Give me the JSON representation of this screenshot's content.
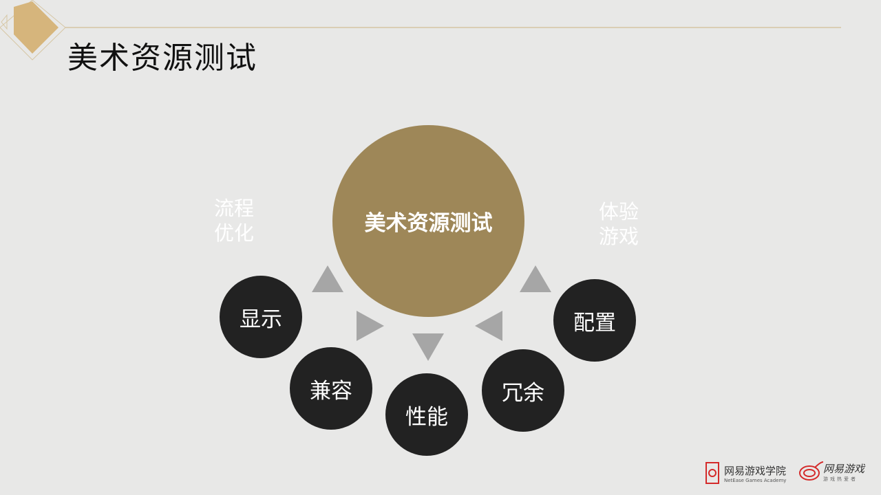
{
  "title": "美术资源测试",
  "center": {
    "label": "美术资源测试",
    "color": "#9e8758"
  },
  "nodes": [
    {
      "label": "显示"
    },
    {
      "label": "兼容"
    },
    {
      "label": "性能"
    },
    {
      "label": "冗余"
    },
    {
      "label": "配置"
    }
  ],
  "side_left": {
    "line1": "流程",
    "line2": "优化"
  },
  "side_right": {
    "line1": "体验",
    "line2": "游戏"
  },
  "footer": {
    "academy_cn": "网易游戏学院",
    "academy_en": "NetEase Games Academy",
    "games_logo": "网易游戏",
    "games_sub": "游戏热爱者"
  },
  "colors": {
    "accent": "#d6b57c",
    "node": "#222222",
    "arrow": "#a6a6a6"
  }
}
